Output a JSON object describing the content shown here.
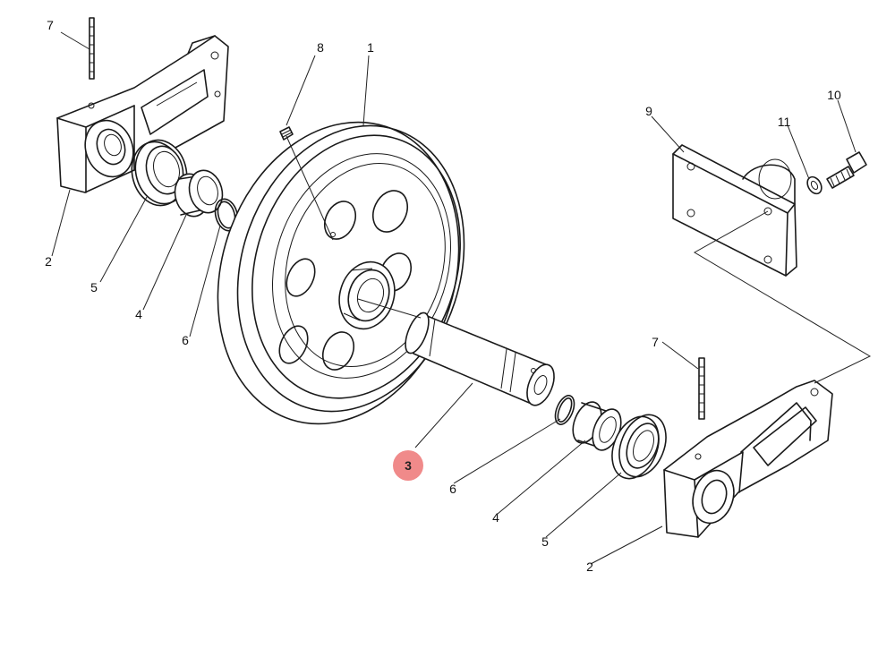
{
  "diagram": {
    "labels": {
      "part_1": "1",
      "part_2_left": "2",
      "part_2_right": "2",
      "part_3": "3",
      "part_4_left": "4",
      "part_4_right": "4",
      "part_5_left": "5",
      "part_5_right": "5",
      "part_6_left": "6",
      "part_6_right": "6",
      "part_7_left": "7",
      "part_7_right": "7",
      "part_8": "8",
      "part_9": "9",
      "part_10": "10",
      "part_11": "11"
    },
    "highlight_color": "#f08a8a"
  }
}
